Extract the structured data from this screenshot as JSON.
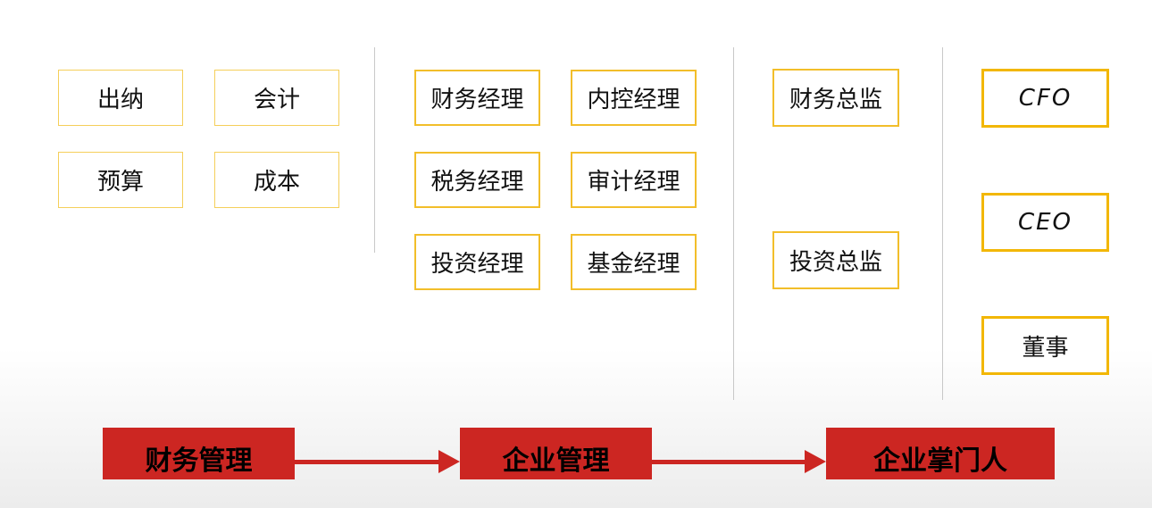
{
  "level1": [
    "出纳",
    "会计",
    "预算",
    "成本"
  ],
  "level2": [
    "财务经理",
    "内控经理",
    "税务经理",
    "审计经理",
    "投资经理",
    "基金经理"
  ],
  "level3": [
    "财务总监",
    "投资总监"
  ],
  "level4": [
    "CFO",
    "CEO",
    "董事"
  ],
  "stages": [
    "财务管理",
    "企业管理",
    "企业掌门人"
  ],
  "colors": {
    "box_border": "#f2b705",
    "stage_fill": "#cc2622",
    "separator": "#c8c8c8"
  }
}
